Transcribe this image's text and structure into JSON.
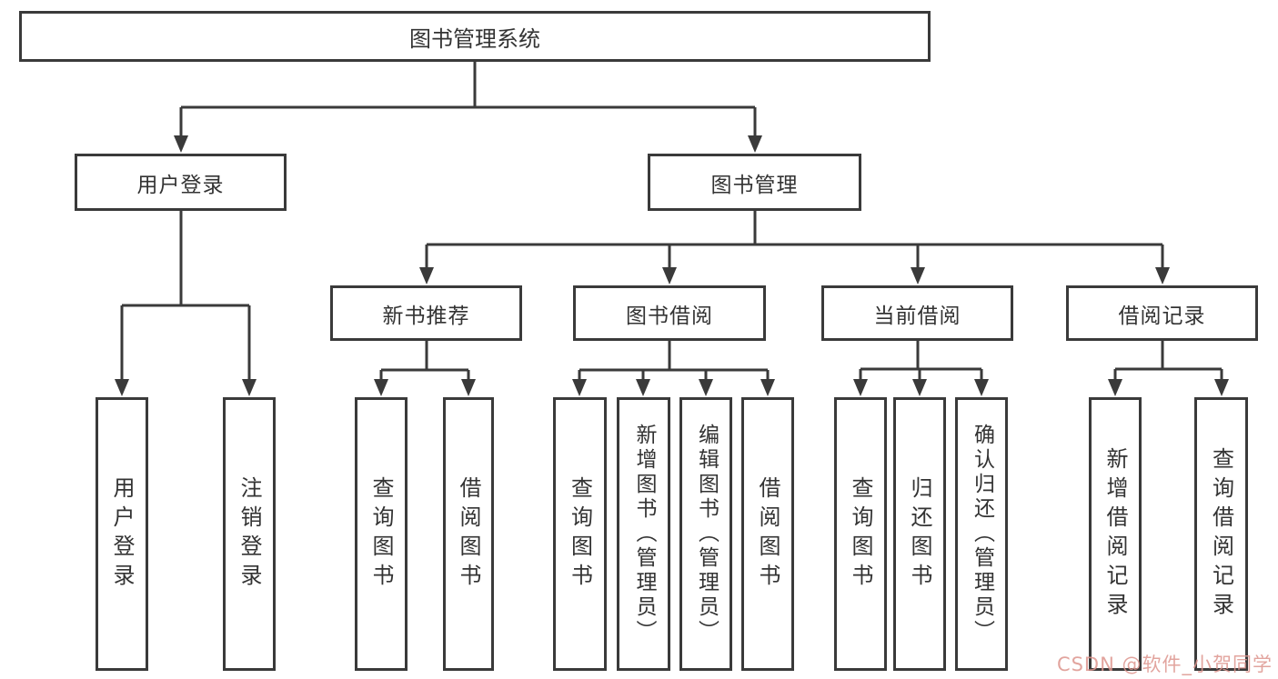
{
  "tree": {
    "root": {
      "label": "图书管理系统",
      "children": [
        {
          "label": "用户登录",
          "children": [
            {
              "label": "用户登录"
            },
            {
              "label": "注销登录"
            }
          ]
        },
        {
          "label": "图书管理",
          "children": [
            {
              "label": "新书推荐",
              "children": [
                {
                  "label": "查询图书"
                },
                {
                  "label": "借阅图书"
                }
              ]
            },
            {
              "label": "图书借阅",
              "children": [
                {
                  "label": "查询图书"
                },
                {
                  "label": "新增图书（管理员）"
                },
                {
                  "label": "编辑图书（管理员）"
                },
                {
                  "label": "借阅图书"
                }
              ]
            },
            {
              "label": "当前借阅",
              "children": [
                {
                  "label": "查询图书"
                },
                {
                  "label": "归还图书"
                },
                {
                  "label": "确认归还（管理员）"
                }
              ]
            },
            {
              "label": "借阅记录",
              "children": [
                {
                  "label": "新增借阅记录"
                },
                {
                  "label": "查询借阅记录"
                }
              ]
            }
          ]
        }
      ]
    }
  },
  "watermark": {
    "text": "CSDN @软件_小贺同学"
  },
  "colors": {
    "line": "#3a3a3a",
    "text": "#333333",
    "background": "#ffffff",
    "watermark": "#dd958e"
  }
}
